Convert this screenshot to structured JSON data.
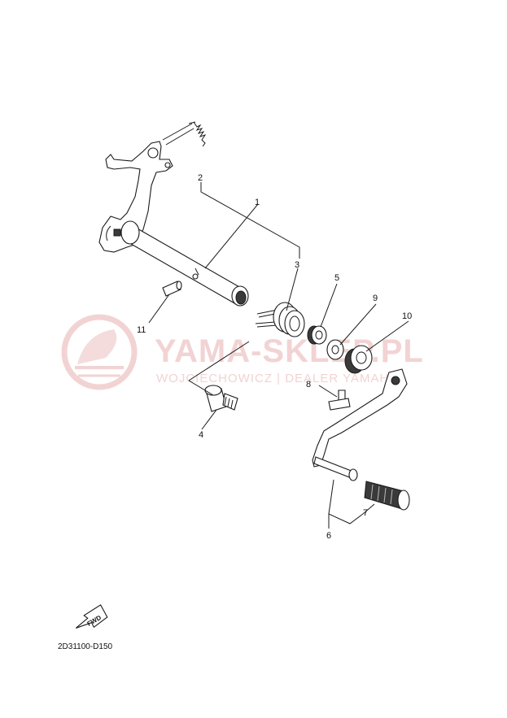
{
  "diagram": {
    "code": "2D31100-D150",
    "fwd_label": "FWD",
    "watermark": {
      "name": "YAMA-SKLEP.PL",
      "tagline": "WOJCIECHOWICZ | DEALER YAMAHA"
    },
    "callouts": [
      "1",
      "2",
      "3",
      "4",
      "5",
      "6",
      "7",
      "8",
      "9",
      "10",
      "11"
    ]
  },
  "colors": {
    "line": "#1a1a1a",
    "watermark": "#f2d3d3",
    "background": "#ffffff"
  }
}
